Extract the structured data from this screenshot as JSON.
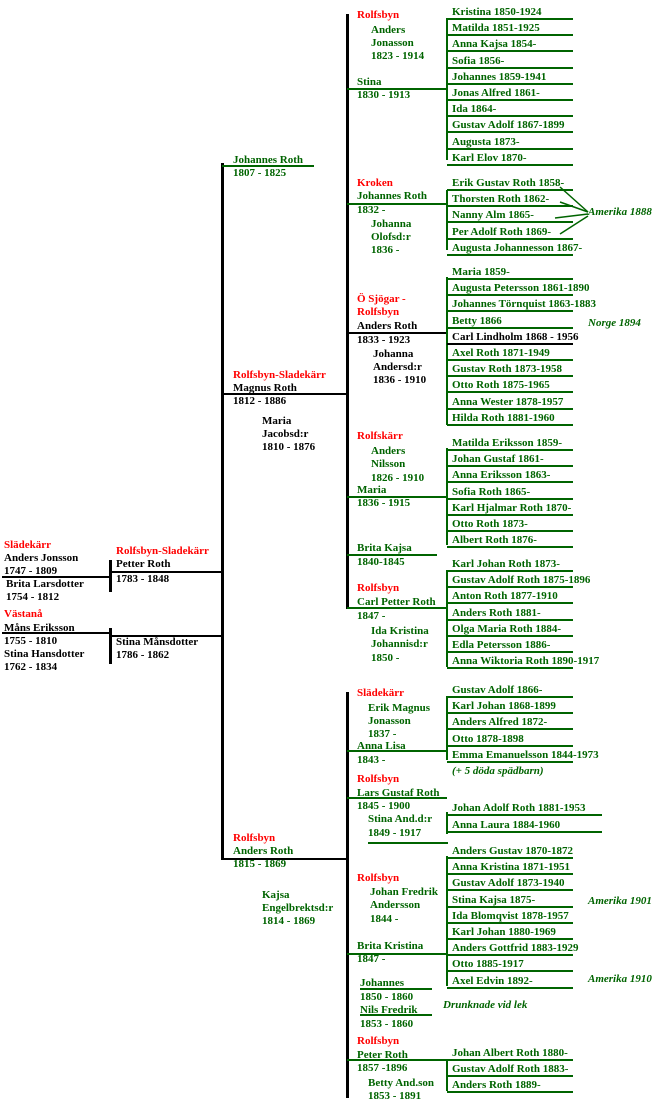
{
  "gen1": {
    "sladekarr_place": "Slädekärr",
    "anders_jonsson": "Anders Jonsson",
    "anders_jonsson_years": "1747 - 1809",
    "brita_larsdotter": "Brita Larsdotter",
    "brita_larsdotter_years": "1754 - 1812",
    "vastana_place": "Västanå",
    "mans_eriksson": "Måns Eriksson",
    "mans_eriksson_years": "1755 - 1810",
    "stina_hansdotter": "Stina Hansdotter",
    "stina_hansdotter_years": "1762 - 1834"
  },
  "gen2": {
    "petter_place": "Rolfsbyn-Sladekärr",
    "petter_roth": "Petter Roth",
    "petter_years": "1783 - 1848",
    "stina_mansdotter": "Stina Månsdotter",
    "stina_mansdotter_years": "1786 - 1862"
  },
  "gen3": {
    "johannes_roth": "Johannes Roth",
    "johannes_years": "1807 - 1825",
    "magnus_place": "Rolfsbyn-Sladekärr",
    "magnus_roth": "Magnus Roth",
    "magnus_years": "1812 - 1886",
    "maria_jacobsdr_1": "Maria",
    "maria_jacobsdr_2": "Jacobsd:r",
    "maria_jacobsdr_years": "1810 - 1876",
    "anders_place": "Rolfsbyn",
    "anders_roth": "Anders Roth",
    "anders_years": "1815 - 1869",
    "kajsa_1": "Kajsa",
    "kajsa_2": "Engelbrektsd:r",
    "kajsa_years": "1814 - 1869"
  },
  "gen4": {
    "rolfsbyn1_place": "Rolfsbyn",
    "anders_jonasson_1": "Anders",
    "anders_jonasson_2": "Jonasson",
    "anders_jonasson_years": "1823 - 1914",
    "stina": "Stina",
    "stina_years": "1830 - 1913",
    "kroken_place": "Kroken",
    "johannes_roth2": "Johannes Roth",
    "johannes_roth2_years": "1832 -",
    "johanna_olofsdr_1": "Johanna",
    "johanna_olofsdr_2": "Olofsd:r",
    "johanna_olofsdr_years": "1836 -",
    "sjogar_place_1": "Ö Sjögar -",
    "sjogar_place_2": "Rolfsbyn",
    "anders_roth2": "Anders Roth",
    "anders_roth2_years": "1833 - 1923",
    "johanna_andersdr_1": "Johanna",
    "johanna_andersdr_2": "Andersd:r",
    "johanna_andersdr_years": "1836 - 1910",
    "rolfskarr_place": "Rolfskärr",
    "anders_nilsson_1": "Anders",
    "anders_nilsson_2": "Nilsson",
    "anders_nilsson_years": "1826 - 1910",
    "maria": "Maria",
    "maria_years": "1836 - 1915",
    "brita_kajsa": "Brita Kajsa",
    "brita_kajsa_years": "1840-1845",
    "rolfsbyn2_place": "Rolfsbyn",
    "carl_petter_roth": "Carl Petter Roth",
    "carl_petter_years": "1847 -",
    "ida_kristina_1": "Ida Kristina",
    "ida_kristina_2": "Johannisd:r",
    "ida_kristina_years": "1850 -",
    "sladekarr2_place": "Slädekärr",
    "erik_magnus_1": "Erik  Magnus",
    "erik_magnus_2": "Jonasson",
    "erik_magnus_years": "1837 -",
    "anna_lisa": "Anna Lisa",
    "anna_lisa_years": "1843 -",
    "rolfsbyn3_place": "Rolfsbyn",
    "lars_gustaf_roth": "Lars Gustaf Roth",
    "lars_gustaf_years": "1845 - 1900",
    "stina_and_dr": "Stina And.d:r",
    "stina_and_dr_years": "1849 - 1917",
    "rolfsbyn4_place": "Rolfsbyn",
    "johan_fredrik_1": "Johan Fredrik",
    "johan_fredrik_2": "Andersson",
    "johan_fredrik_years": "1844 -",
    "brita_kristina": "Brita Kristina",
    "brita_kristina_years": "1847 -",
    "johannes3": "Johannes",
    "johannes3_years": "1850 - 1860",
    "nils_fredrik": "Nils Fredrik",
    "nils_fredrik_years": "1853 - 1860",
    "drunknade_note": "Drunknade vid lek",
    "rolfsbyn5_place": "Rolfsbyn",
    "peter_roth": "Peter  Roth",
    "peter_roth_years": "1857 -1896",
    "betty_andson": "Betty And.son",
    "betty_andson_years": "1853 - 1891"
  },
  "gen5": {
    "group_stina": [
      "Kristina  1850-1924",
      "Matilda 1851-1925",
      "Anna Kajsa 1854-",
      "Sofia 1856-",
      "Johannes 1859-1941",
      "Jonas Alfred 1861-",
      "Ida 1864-",
      "Gustav Adolf 1867-1899",
      "Augusta 1873-",
      "Karl Elov 1870-"
    ],
    "group_johannes": [
      "Erik Gustav Roth 1858-",
      "Thorsten Roth 1862-",
      "Nanny Alm  1865-",
      "Per Adolf Roth 1869-",
      "Augusta Johannesson 1867-"
    ],
    "amerika_1888": "Amerika 1888",
    "group_anders": [
      "Maria 1859-",
      "Augusta Petersson 1861-1890",
      "Johannes Törnquist 1863-1883",
      "Betty 1866",
      "Carl Lindholm 1868 - 1956",
      "Axel Roth 1871-1949",
      "Gustav Roth 1873-1958",
      "Otto Roth 1875-1965",
      "Anna Wester 1878-1957",
      "Hilda Roth 1881-1960"
    ],
    "norge_1894": "Norge 1894",
    "group_maria": [
      "Matilda Eriksson 1859-",
      "Johan Gustaf 1861-",
      "Anna Eriksson 1863-",
      "Sofia Roth 1865-",
      "Karl Hjalmar Roth 1870-",
      "Otto Roth 1873-",
      "Albert Roth 1876-"
    ],
    "group_carl_petter": [
      "Karl Johan Roth 1873-",
      "Gustav Adolf Roth 1875-1896",
      "Anton Roth 1877-1910",
      "Anders Roth 1881-",
      "Olga Maria Roth 1884-",
      "Edla Petersson 1886-",
      "Anna Wiktoria Roth 1890-1917"
    ],
    "group_anna_lisa": [
      "Gustav Adolf 1866-",
      "Karl Johan 1868-1899",
      "Anders Alfred 1872-",
      "Otto 1878-1898",
      "Emma Emanuelsson 1844-1973"
    ],
    "doda_note": "(+ 5 döda spädbarn)",
    "group_lars_gustaf": [
      "Johan Adolf Roth 1881-1953",
      "Anna Laura 1884-1960"
    ],
    "group_brita_kristina": [
      "Anders Gustav 1870-1872",
      "Anna Kristina 1871-1951",
      "Gustav Adolf 1873-1940",
      "Stina Kajsa 1875-",
      "Ida Blomqvist 1878-1957",
      "Karl Johan 1880-1969",
      "Anders Gottfrid 1883-1929",
      "Otto 1885-1917",
      "Axel Edvin 1892-"
    ],
    "amerika_1901": "Amerika 1901",
    "amerika_1910": "Amerika 1910",
    "group_peter_roth": [
      "Johan Albert Roth 1880-",
      "Gustav Adolf Roth 1883-",
      "Anders Roth 1889-"
    ]
  },
  "colors": {
    "green": "#006400",
    "red": "#ff0000",
    "black": "#000000"
  }
}
